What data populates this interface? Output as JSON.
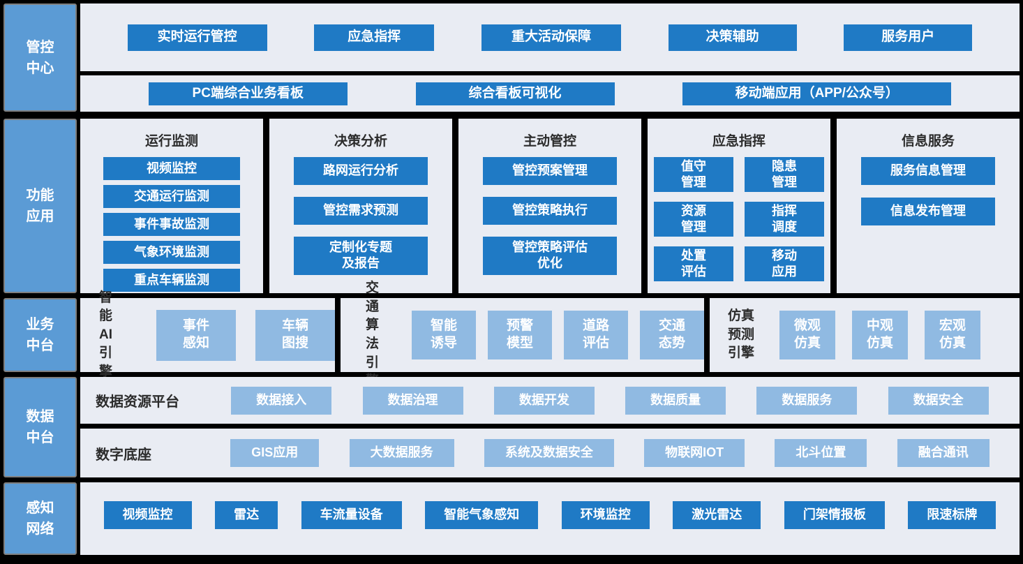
{
  "colors": {
    "background": "#000000",
    "sidebar_fill": "#5B9BD5",
    "sidebar_border": "#7F7F7F",
    "panel_background": "#E9ECF3",
    "button_dark_blue": "#1F7AC5",
    "button_light_blue": "#90BAE2",
    "button_text": "#FFFFFF",
    "heading_text": "#2B2B2B"
  },
  "sidebar": {
    "items": [
      {
        "label": "管控\n中心"
      },
      {
        "label": "功能\n应用"
      },
      {
        "label": "业务\n中台"
      },
      {
        "label": "数据\n中台"
      },
      {
        "label": "感知\n网络"
      }
    ]
  },
  "control_center": {
    "row1": [
      "实时运行管控",
      "应急指挥",
      "重大活动保障",
      "决策辅助",
      "服务用户"
    ],
    "row2": [
      "PC端综合业务看板",
      "综合看板可视化",
      "移动端应用（APP/公众号）"
    ]
  },
  "function_apps": {
    "columns": [
      {
        "title": "运行监测",
        "items": [
          "视频监控",
          "交通运行监测",
          "事件事故监测",
          "气象环境监测",
          "重点车辆监测"
        ]
      },
      {
        "title": "决策分析",
        "items": [
          "路网运行分析",
          "管控需求预测",
          "定制化专题\n及报告"
        ]
      },
      {
        "title": "主动管控",
        "items": [
          "管控预案管理",
          "管控策略执行",
          "管控策略评估\n优化"
        ]
      },
      {
        "title": "应急指挥",
        "items": [
          "值守\n管理",
          "隐患\n管理",
          "资源\n管理",
          "指挥\n调度",
          "处置\n评估",
          "移动\n应用"
        ]
      },
      {
        "title": "信息服务",
        "items": [
          "服务信息管理",
          "信息发布管理"
        ]
      }
    ]
  },
  "business_platform": {
    "groups": [
      {
        "label": "智能\nAI\n引擎",
        "items": [
          "事件\n感知",
          "车辆\n图搜"
        ]
      },
      {
        "label": "交通\n算法\n引擎",
        "items": [
          "智能\n诱导",
          "预警\n模型",
          "道路\n评估",
          "交通\n态势"
        ]
      },
      {
        "label": "仿真\n预测\n引擎",
        "items": [
          "微观\n仿真",
          "中观\n仿真",
          "宏观\n仿真"
        ]
      }
    ]
  },
  "data_platform": {
    "rows": [
      {
        "label": "数据资源平台",
        "items": [
          "数据接入",
          "数据治理",
          "数据开发",
          "数据质量",
          "数据服务",
          "数据安全"
        ]
      },
      {
        "label": "数字底座",
        "items": [
          "GIS应用",
          "大数据服务",
          "系统及数据安全",
          "物联网IOT",
          "北斗位置",
          "融合通讯"
        ]
      }
    ]
  },
  "sensing_network": {
    "items": [
      "视频监控",
      "雷达",
      "车流量设备",
      "智能气象感知",
      "环境监控",
      "激光雷达",
      "门架情报板",
      "限速标牌"
    ]
  }
}
